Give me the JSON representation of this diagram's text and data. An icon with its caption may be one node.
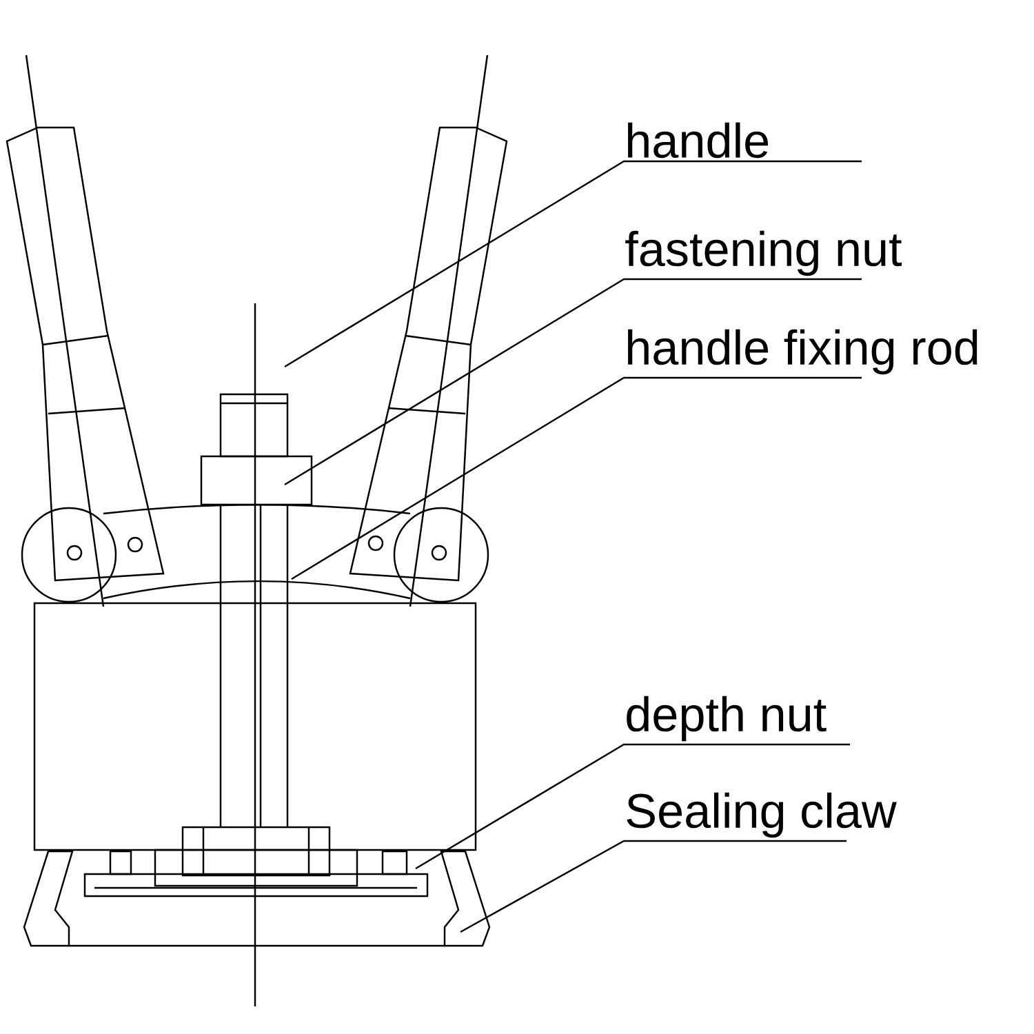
{
  "diagram": {
    "nodes": [
      {
        "text": [
          "handle"
        ]
      },
      {
        "text": [
          "fastening nut"
        ]
      },
      {
        "text": [
          "handle fixing rod"
        ]
      },
      {
        "text": [
          "depth nut"
        ]
      },
      {
        "text": [
          "Sealing claw"
        ]
      }
    ],
    "edges": [
      {
        "from": 0,
        "to": null,
        "arrow": "none"
      },
      {
        "from": 1,
        "to": null,
        "arrow": "none"
      },
      {
        "from": 2,
        "to": null,
        "arrow": "none"
      },
      {
        "from": 3,
        "to": null,
        "arrow": "none"
      },
      {
        "from": 4,
        "to": null,
        "arrow": "none"
      }
    ]
  }
}
